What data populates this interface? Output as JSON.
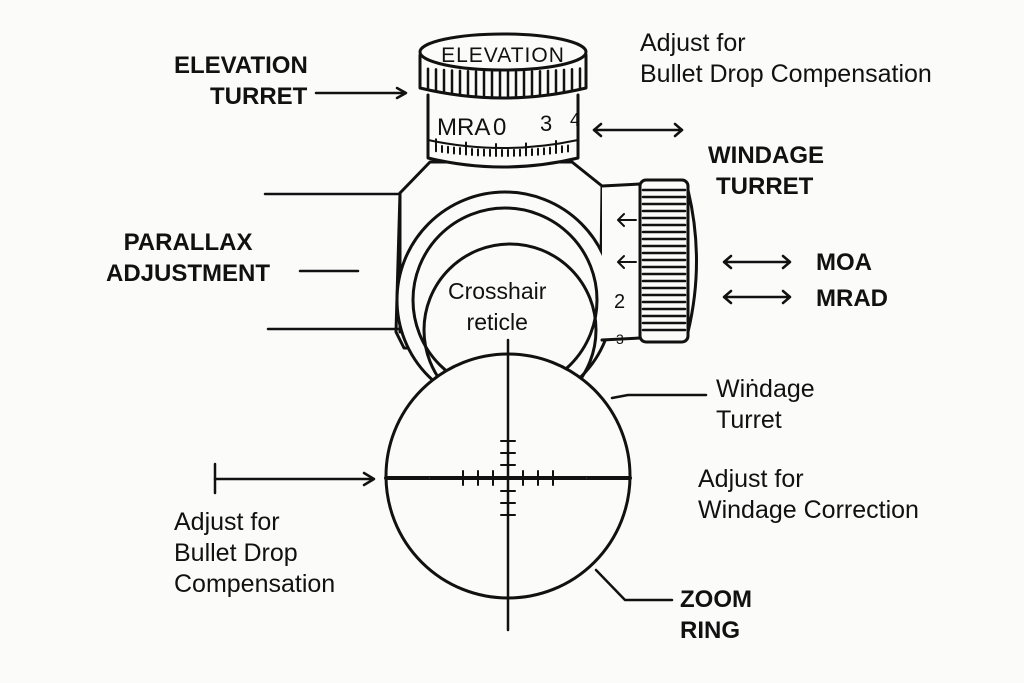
{
  "labels": {
    "elevation_turret": [
      "ELEVATION",
      "TURRET"
    ],
    "adjust_bullet_drop_top": [
      "Adjust for",
      "Bullet Drop Compensation"
    ],
    "windage_turret_bold": [
      "WINDAGE",
      "TURRET"
    ],
    "parallax": [
      "PARALLAX",
      "ADJUSTMENT"
    ],
    "moa": "MOA",
    "mrad": "MRAD",
    "crosshair": [
      "Crosshair",
      "reticle"
    ],
    "windage_turret_light": [
      "Wiṅdage",
      "Turret"
    ],
    "adjust_windage": [
      "Adjust for",
      "Windage Correction"
    ],
    "adjust_bullet_drop_bottom": [
      "Adjust for",
      "Bullet Drop",
      "Compensation"
    ],
    "zoom_ring": [
      "ZOOM",
      "RING"
    ]
  },
  "turret_text": {
    "cap": "ELEVATION",
    "scale_unit": "MRA",
    "scale_0": "0",
    "scale_3": "3",
    "scale_4": "4",
    "side_2": "2",
    "side_3": "3"
  },
  "colors": {
    "ink": "#111111",
    "paper": "#fbfbfa"
  }
}
